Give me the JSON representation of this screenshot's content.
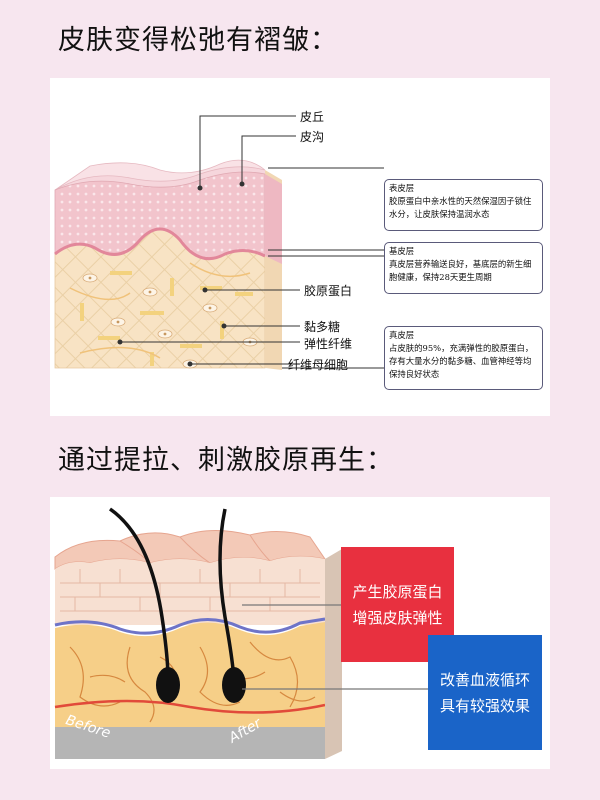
{
  "headings": {
    "h1": "皮肤变得松弛有褶皱：",
    "h2": "通过提拉、刺激胶原再生："
  },
  "diagram1": {
    "labels": {
      "pichiu": "皮丘",
      "pigou": "皮沟",
      "jiaoyuan": "胶原蛋白",
      "nianduotang": "黏多糖",
      "tanxing": "弹性纤维",
      "xianwei": "纤维母细胞"
    },
    "boxes": [
      {
        "title": "表皮层",
        "text": "胶原蛋白中亲水性的天然保湿因子锁住水分，让皮肤保持温润水态"
      },
      {
        "title": "基皮层",
        "text": "真皮层营养输送良好，基底层的新生细胞健康，保持28天更生周期"
      },
      {
        "title": "真皮层",
        "text": "占皮肤的95%，充满弹性的胶原蛋白，存有大量水分的黏多糖、血管神经等均保持良好状态"
      }
    ]
  },
  "diagram2": {
    "red_box": [
      "产生胶原蛋白",
      "增强皮肤弹性"
    ],
    "blue_box": [
      "改善血液循环",
      "具有较强效果"
    ],
    "before": "Before",
    "after": "After"
  },
  "colors": {
    "background": "#f7e6ef",
    "red": "#e8303f",
    "blue": "#1a64c8",
    "epidermis": "#f2c0c8",
    "dermis": "#f8e3c4"
  }
}
